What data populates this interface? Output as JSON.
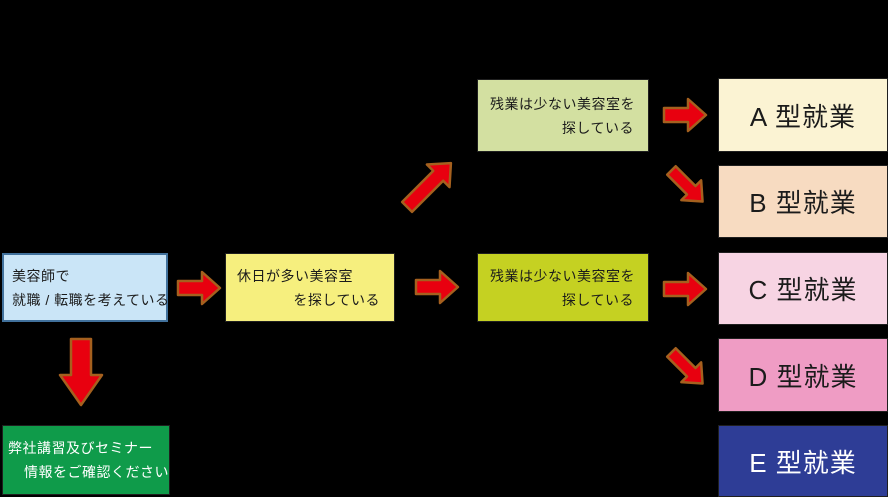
{
  "palette": {
    "background": "#000000",
    "start_fill": "#cae5f7",
    "start_border": "#41719c",
    "holiday_fill": "#f6ef7e",
    "overtime_upper_fill": "#d3e0a1",
    "overtime_lower_fill": "#c5d122",
    "seminar_fill": "#0f9b4a",
    "outcome_a_fill": "#fbf3d3",
    "outcome_b_fill": "#f7dbc1",
    "outcome_c_fill": "#f7d4e3",
    "outcome_d_fill": "#ef9cc4",
    "outcome_e_fill": "#2e3d96",
    "arrow_fill": "#e8000f",
    "arrow_outline": "#a5601e"
  },
  "nodes": {
    "start": {
      "line1": "美容師で",
      "line2": "就職 / 転職を考えている"
    },
    "holiday": {
      "line1": "休日が多い美容室",
      "line2": "を探している"
    },
    "overtime_upper": {
      "line1": "残業は少ない美容室を",
      "line2": "探している"
    },
    "overtime_lower": {
      "line1": "残業は少ない美容室を",
      "line2": "探している"
    },
    "seminar": {
      "line1": "弊社講習及びセミナー",
      "line2": "情報をご確認ください"
    }
  },
  "outcomes": [
    {
      "label": "A 型就業"
    },
    {
      "label": "B 型就業"
    },
    {
      "label": "C 型就業"
    },
    {
      "label": "D 型就業"
    },
    {
      "label": "E 型就業"
    }
  ]
}
